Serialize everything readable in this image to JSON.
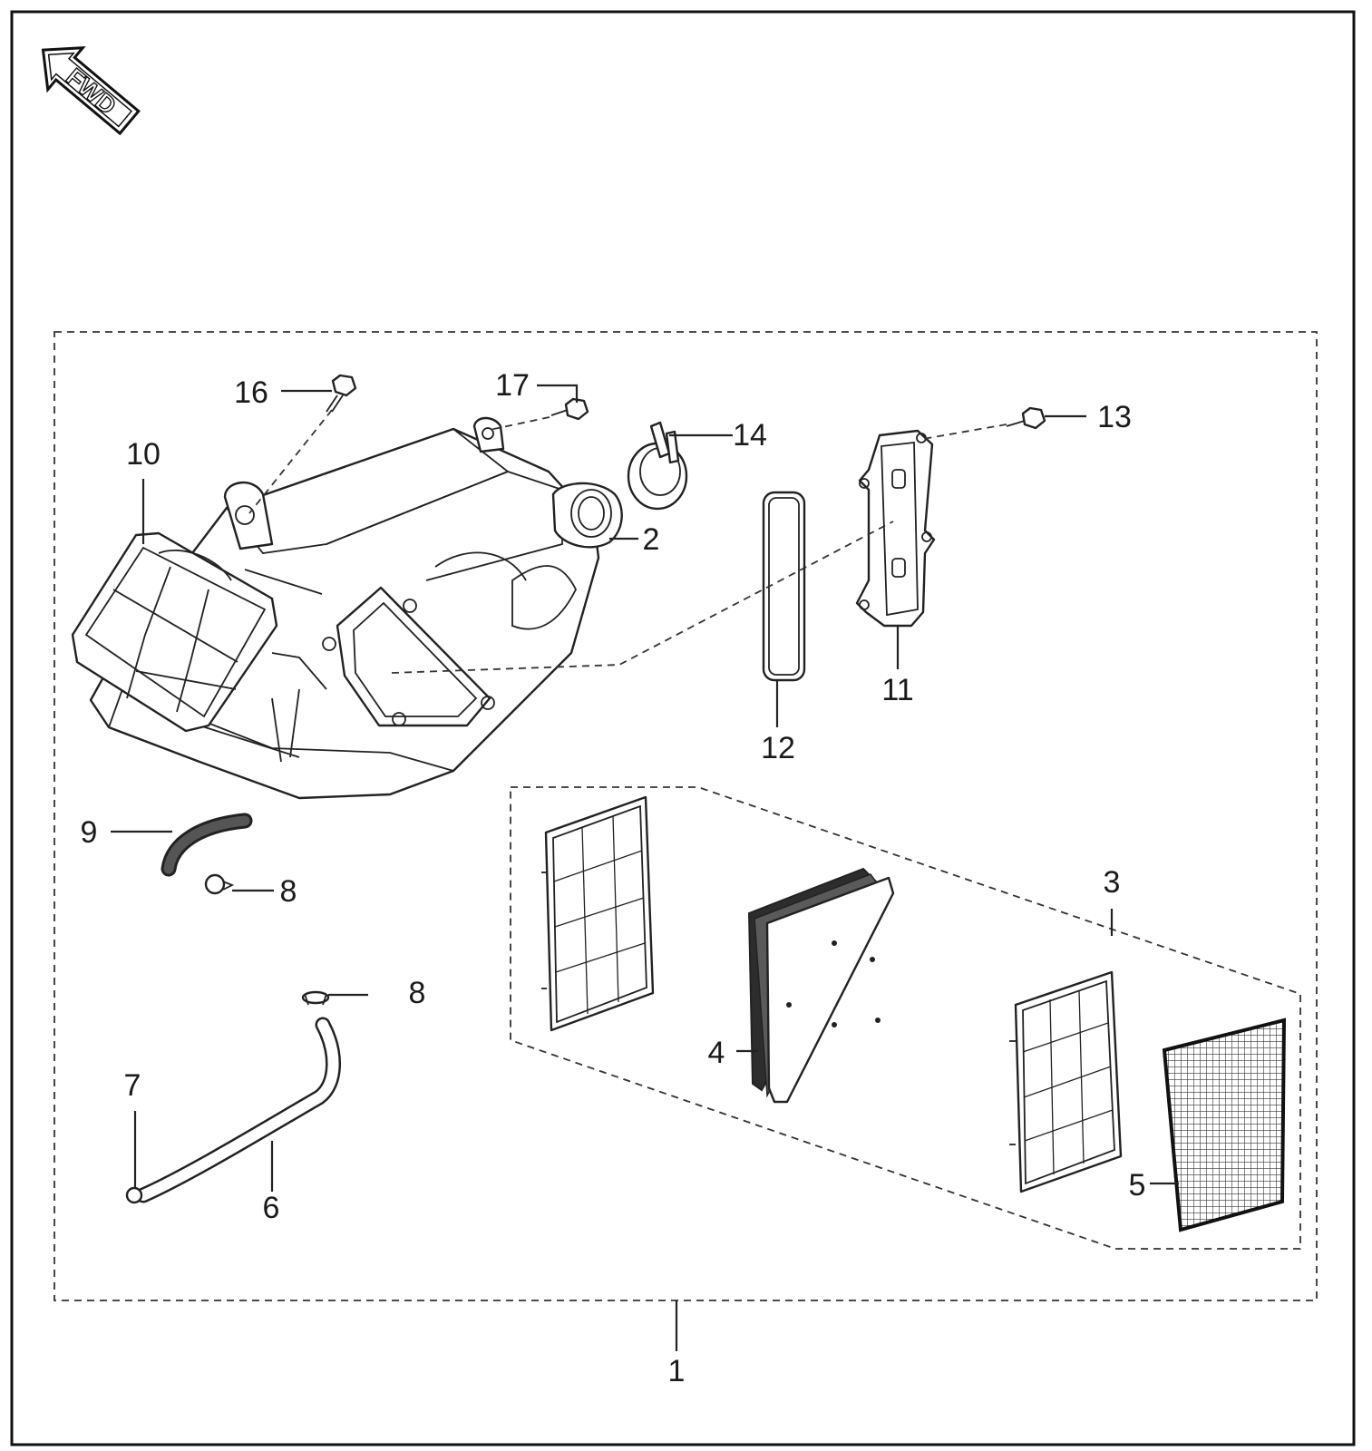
{
  "fwd_arrow": {
    "label": "FWD",
    "icon": "forward-arrow-icon"
  },
  "callouts": {
    "c1": "1",
    "c2": "2",
    "c3": "3",
    "c4": "4",
    "c5": "5",
    "c6": "6",
    "c7": "7",
    "c8a": "8",
    "c8b": "8",
    "c9": "9",
    "c10": "10",
    "c11": "11",
    "c12": "12",
    "c13": "13",
    "c14": "14",
    "c16": "16",
    "c17": "17"
  },
  "colors": {
    "line": "#222222",
    "background": "#ffffff"
  }
}
